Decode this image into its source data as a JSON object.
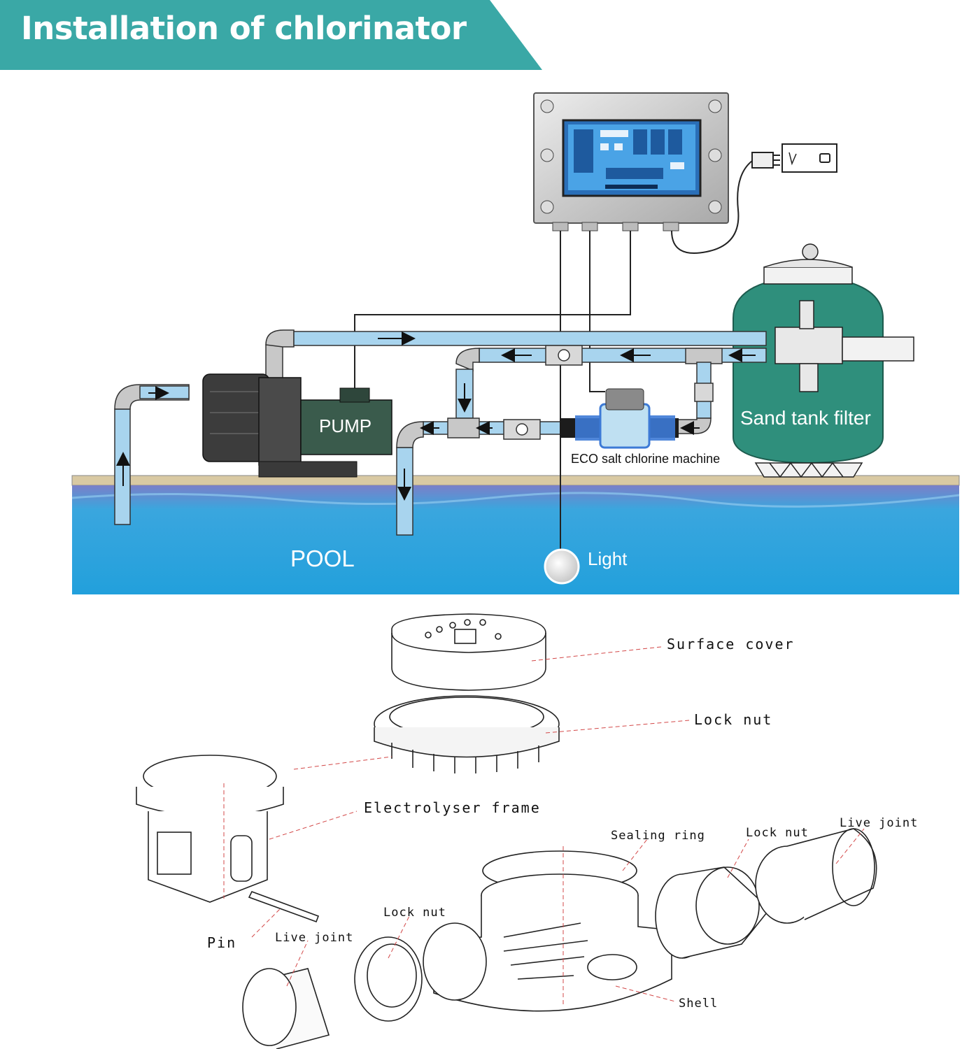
{
  "banner": {
    "title": "Installation of chlorinator",
    "color": "#3aa8a6"
  },
  "top_diagram": {
    "pump_label": "PUMP",
    "filter_label": "Sand tank filter",
    "chlorinator_label": "ECO salt chlorine machine",
    "pool_label": "POOL",
    "light_label": "Light",
    "colors": {
      "pipe_water": "#a8d4ee",
      "pool": "#2ea4dc",
      "pool_deep": "#6a7fc4",
      "filter": "#2f8f7c",
      "pump": "#3a5b4c",
      "deck": "#d9c9a3"
    }
  },
  "exploded_view": {
    "surface_cover": "Surface cover",
    "lock_nut_top": "Lock nut",
    "electrolyser_frame": "Electrolyser frame",
    "sealing_ring": "Sealing ring",
    "lock_nut_right": "Lock nut",
    "live_joint_right": "Live joint",
    "lock_nut_left": "Lock nut",
    "live_joint_left": "Live joint",
    "pin": "Pin",
    "shell": "Shell"
  }
}
